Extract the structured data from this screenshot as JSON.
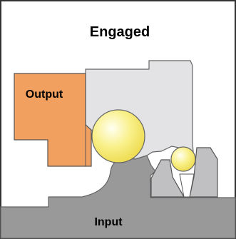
{
  "title": "Engaged",
  "labels": {
    "output": "Output",
    "input": "Input"
  },
  "colors": {
    "background": "#ffffff",
    "border": "#333333",
    "output_part": "#f2a05f",
    "cage_part": "#e3e3e5",
    "input_part": "#999999",
    "ball_fill": "#f7ee72",
    "ball_highlight": "#fffde0",
    "outline": "#555555"
  }
}
